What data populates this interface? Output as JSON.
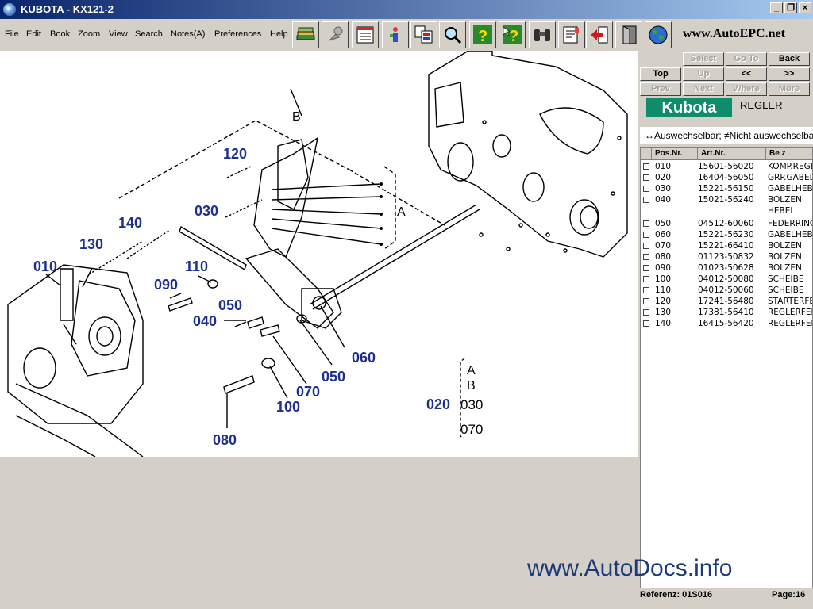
{
  "window": {
    "title": "KUBOTA - KX121-2",
    "controls": [
      "_",
      "❐",
      "×"
    ]
  },
  "menu": [
    "File",
    "Edit",
    "Book",
    "Zoom",
    "View",
    "Search",
    "Notes(A)",
    "Preferences",
    "Help"
  ],
  "toolbar": {
    "icons": [
      "books-icon",
      "pin-icon",
      "parts-list-icon",
      "assembly-icon",
      "pages-icon",
      "magnifier-icon",
      "help-icon",
      "context-help-icon",
      "binoculars-icon",
      "notes-icon",
      "back-arrow-icon",
      "exit-door-icon",
      "globe-icon"
    ],
    "brand_text": "www.AutoEPC.net"
  },
  "nav": {
    "select": "Select",
    "goto": "Go To",
    "back": "Back",
    "top": "Top",
    "up": "Up",
    "prev_prev": "<<",
    "next_next": ">>",
    "prev": "Prev",
    "next": "Next",
    "where": "Where",
    "more": "More"
  },
  "brand": {
    "logo": "Kubota",
    "logo_color": "#0f8c6a"
  },
  "section": {
    "title": "REGLER"
  },
  "legend": "↔Auswechselbar;  ≠Nicht auswechselbar",
  "table": {
    "headers": [
      "Pos.Nr.",
      "Art.Nr.",
      "Be z"
    ],
    "rows": [
      {
        "pos": "010",
        "art": "15601-56020",
        "bez": "KOMP.REGLER"
      },
      {
        "pos": "020",
        "art": "16404-56050",
        "bez": "GRP.GABEL"
      },
      {
        "pos": "030",
        "art": "15221-56150",
        "bez": "GABELHEBEL"
      },
      {
        "pos": "040",
        "art": "15021-56240",
        "bez": "BOLZEN"
      },
      {
        "pos": "",
        "art": "",
        "bez": "HEBEL"
      },
      {
        "pos": "050",
        "art": "04512-60060",
        "bez": "FEDERRING"
      },
      {
        "pos": "060",
        "art": "15221-56230",
        "bez": "GABELHEBEL"
      },
      {
        "pos": "070",
        "art": "15221-66410",
        "bez": "BOLZEN"
      },
      {
        "pos": "080",
        "art": "01123-50832",
        "bez": "BOLZEN"
      },
      {
        "pos": "090",
        "art": "01023-50628",
        "bez": "BOLZEN"
      },
      {
        "pos": "100",
        "art": "04012-50080",
        "bez": "SCHEIBE"
      },
      {
        "pos": "110",
        "art": "04012-50060",
        "bez": "SCHEIBE"
      },
      {
        "pos": "120",
        "art": "17241-56480",
        "bez": "STARTERFEDER"
      },
      {
        "pos": "130",
        "art": "17381-56410",
        "bez": "REGLERFEDER"
      },
      {
        "pos": "140",
        "art": "16415-56420",
        "bez": "REGLERFEDER"
      }
    ]
  },
  "footer": {
    "referenz": "Referenz: 01S016",
    "page": "Page:16"
  },
  "diagram": {
    "labels": [
      "010",
      "020",
      "030",
      "040",
      "050",
      "050",
      "060",
      "070",
      "080",
      "090",
      "100",
      "110",
      "120",
      "130",
      "140"
    ],
    "marker_a": "A",
    "marker_b": "B",
    "stack": [
      "A",
      "B",
      "030",
      "070"
    ]
  },
  "watermark": "www.AutoDocs.info"
}
